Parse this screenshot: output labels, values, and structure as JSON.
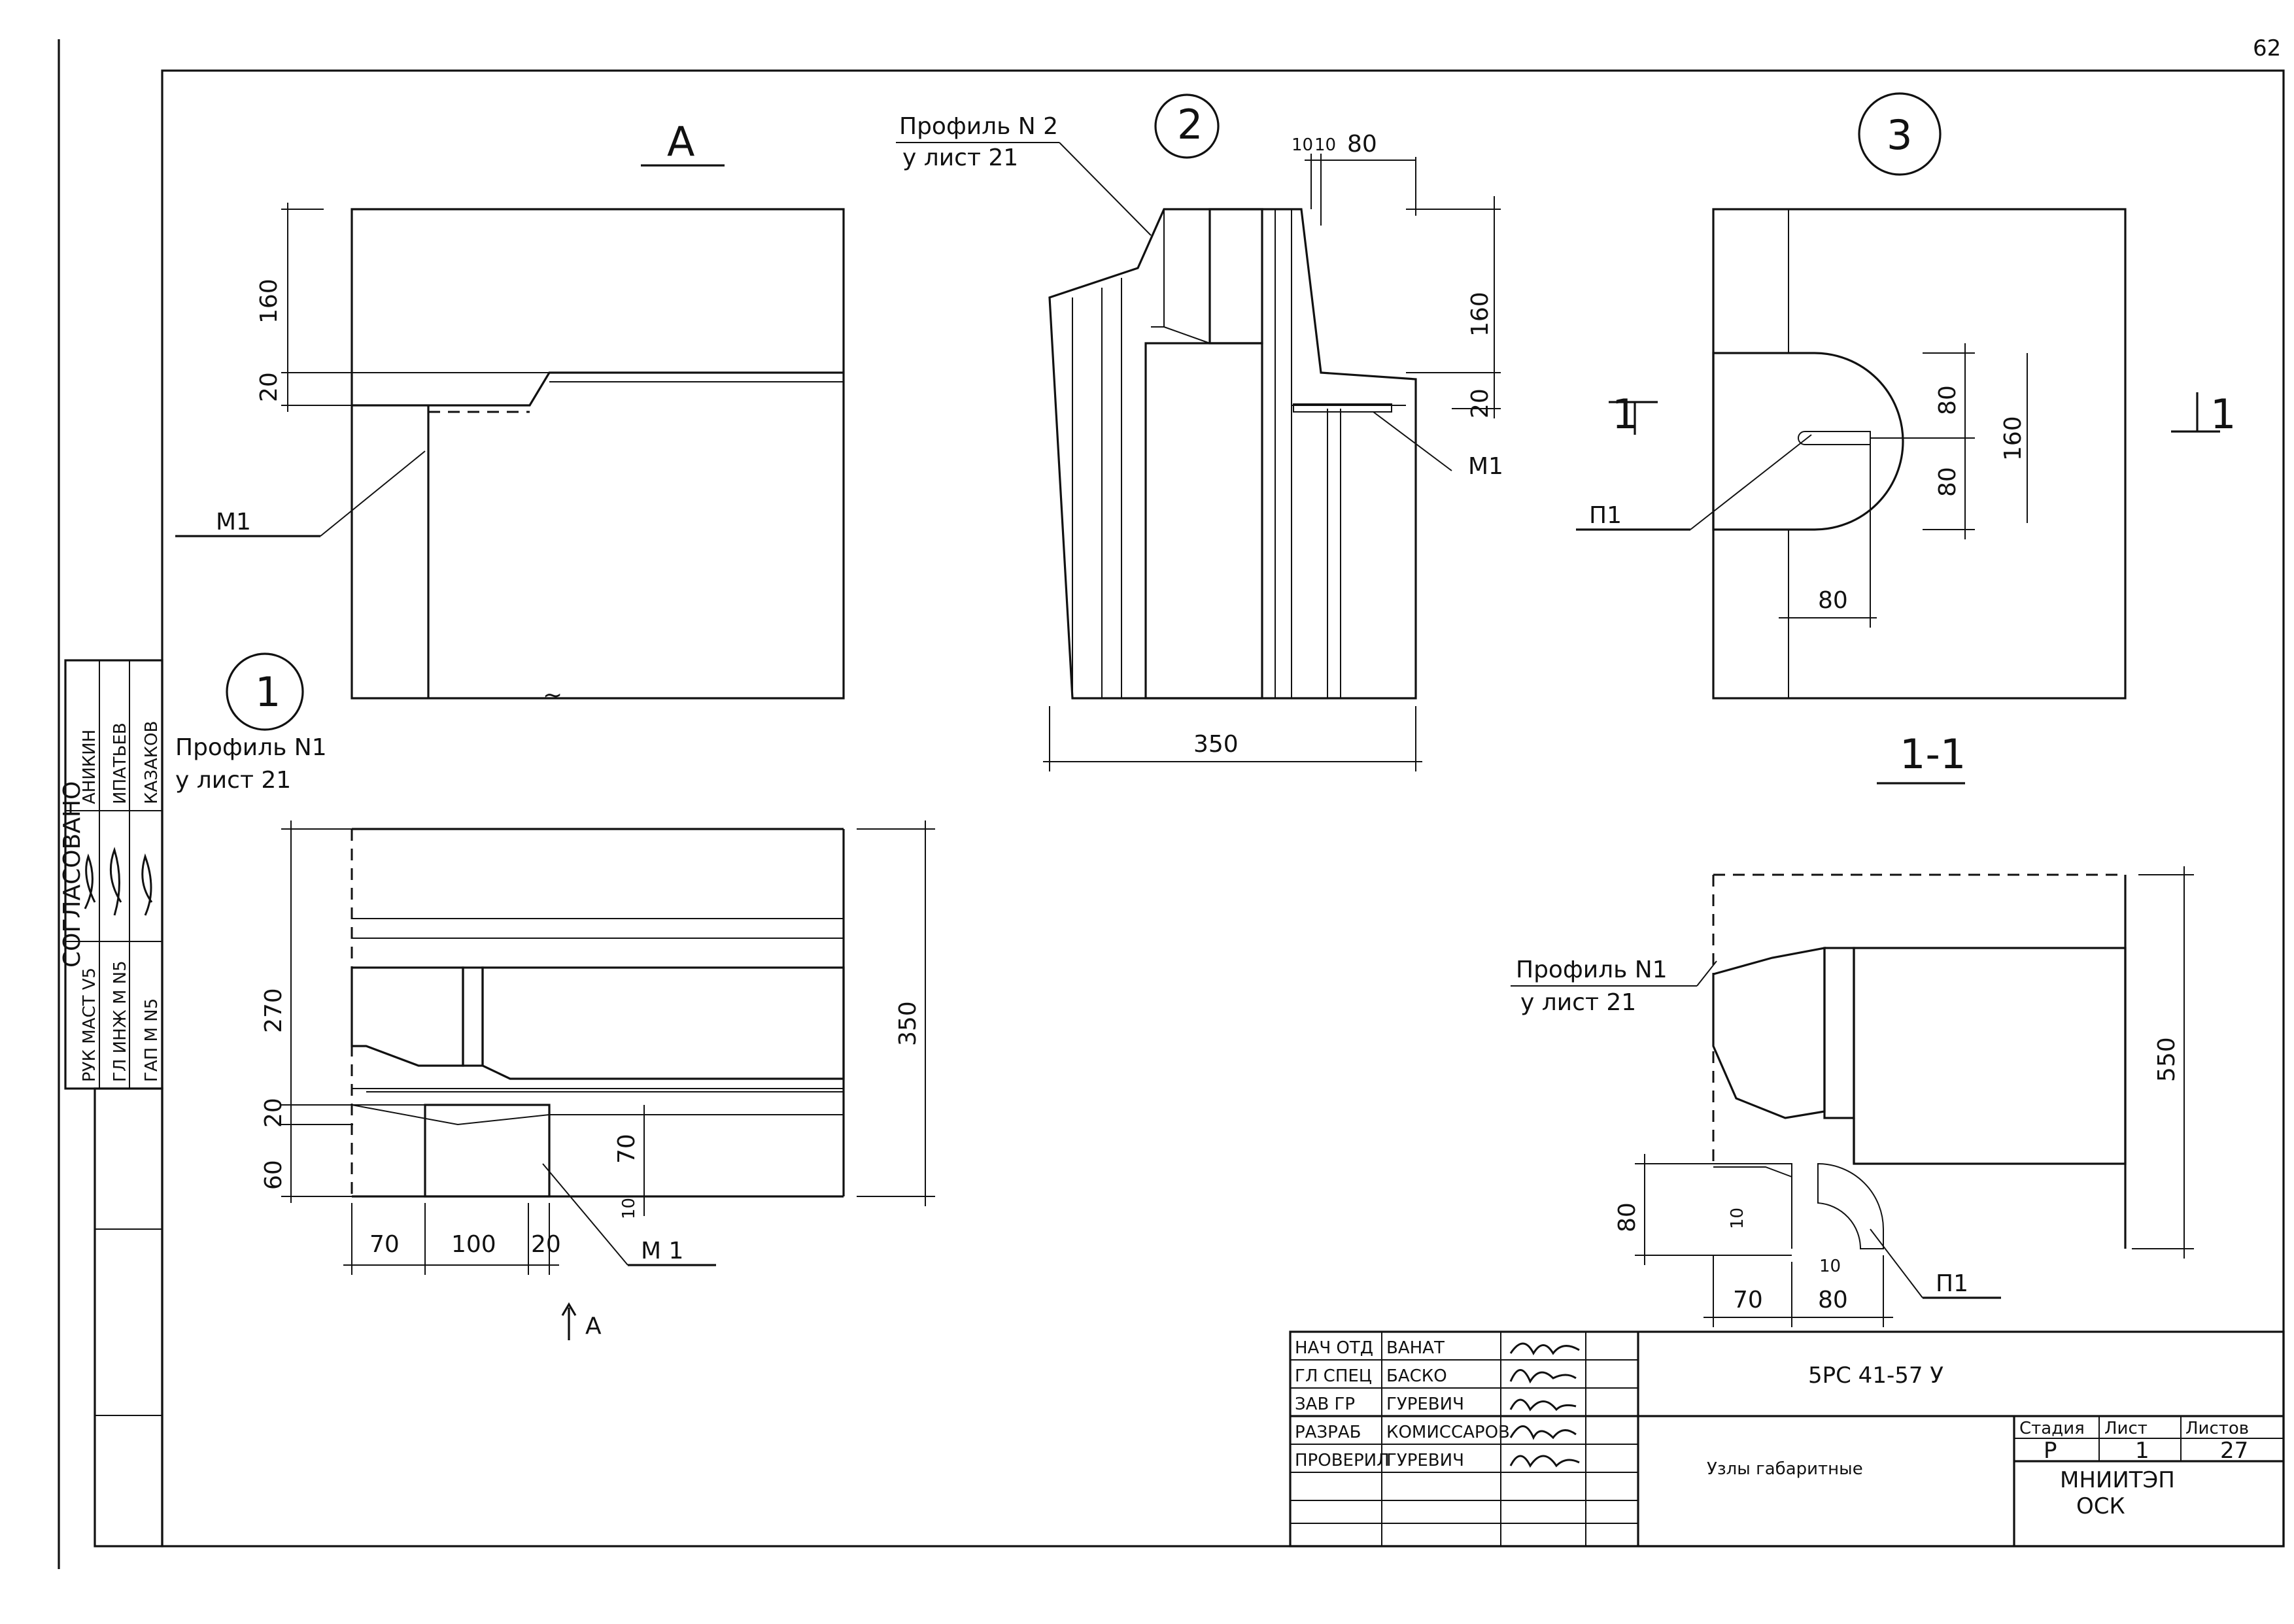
{
  "sheet": {
    "page_number": "62"
  },
  "approval": {
    "heading": "СОГЛАСОВАНО",
    "rows": [
      {
        "role": "РУК МАСТ V5",
        "name": "АНИКИН"
      },
      {
        "role": "ГЛ ИНЖ М N5",
        "name": "ИПАТЬЕВ"
      },
      {
        "role": "ГАП М N5",
        "name": "КАЗАКОВ"
      }
    ]
  },
  "view_a": {
    "title": "А",
    "dims": {
      "d160": "160",
      "d20": "20"
    },
    "marker": "М1"
  },
  "node_2": {
    "number": "2",
    "profile_ref": {
      "line1": "Профиль N 2",
      "line2": "у лист 21"
    },
    "dims": {
      "d10a": "10",
      "d10b": "10",
      "d80": "80",
      "d160": "160",
      "d20": "20",
      "d350": "350"
    },
    "marker": "М1"
  },
  "node_3": {
    "number": "3",
    "section_mark": "1",
    "section_label": "1-1",
    "dims": {
      "d80a": "80",
      "d80b": "80",
      "d160": "160",
      "d80c": "80"
    },
    "marker": "П1"
  },
  "node_1": {
    "number": "1",
    "profile_ref": {
      "line1": "Профиль N1",
      "line2": "у лист 21"
    },
    "dims": {
      "d270": "270",
      "d20": "20",
      "d60": "60",
      "d70v": "70",
      "d10": "10",
      "d350": "350",
      "d70": "70",
      "d100": "100",
      "d20b": "20"
    },
    "marker": "М 1",
    "view_arrow": "А"
  },
  "section_1_1": {
    "profile_ref": {
      "line1": "Профиль N1",
      "line2": "у лист 21"
    },
    "dims": {
      "d550": "550",
      "d80": "80",
      "d10a": "10",
      "d10b": "10",
      "d70": "70",
      "d80b": "80"
    },
    "marker": "П1"
  },
  "title_block": {
    "signatures": [
      {
        "role": "НАЧ ОТД",
        "name": "ВАНАТ"
      },
      {
        "role": "ГЛ СПЕЦ",
        "name": "БАСКО"
      },
      {
        "role": "ЗАВ ГР",
        "name": "ГУРЕВИЧ"
      },
      {
        "role": "РАЗРАБ",
        "name": "КОМИССАРОВ"
      },
      {
        "role": "ПРОВЕРИЛ",
        "name": "ГУРЕВИЧ"
      }
    ],
    "code": "5РС 41-57 У",
    "drawing_title": "Узлы габаритные",
    "stage_label": "Стадия",
    "sheet_label": "Лист",
    "sheets_label": "Листов",
    "stage": "Р",
    "sheet": "1",
    "sheets": "27",
    "org_line1": "МНИИТЭП",
    "org_line2": "ОСК"
  }
}
